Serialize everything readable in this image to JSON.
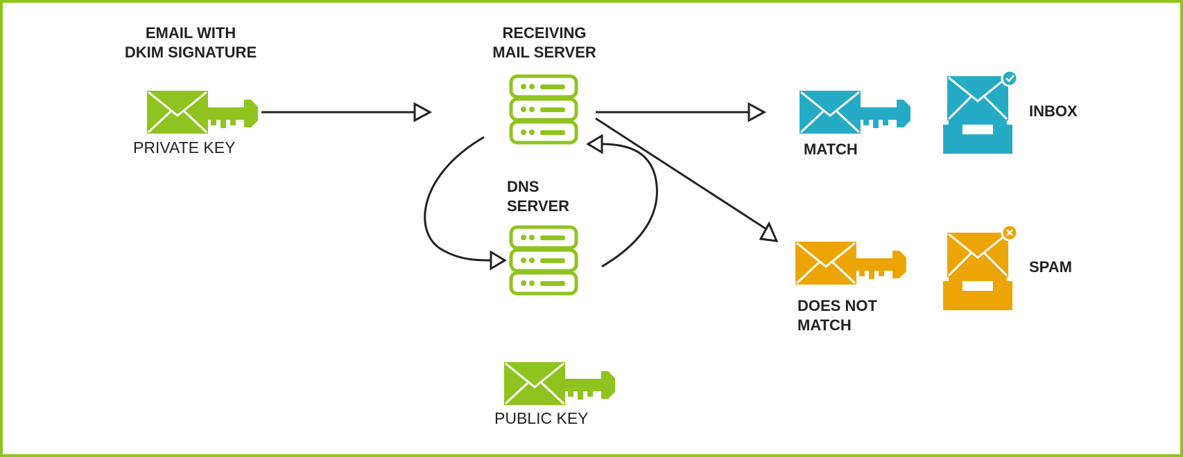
{
  "colors": {
    "border": "#8fc31f",
    "green": "#8fc31f",
    "blue": "#26abc6",
    "orange": "#eca504",
    "ink": "#222222"
  },
  "labels": {
    "email_line1": "EMAIL WITH",
    "email_line2": "DKIM SIGNATURE",
    "private_key": "PRIVATE KEY",
    "receiving_line1": "RECEIVING",
    "receiving_line2": "MAIL SERVER",
    "dns_line1": "DNS",
    "dns_line2": "SERVER",
    "public_key": "PUBLIC KEY",
    "match": "MATCH",
    "does_not_line1": "DOES NOT",
    "does_not_line2": "MATCH",
    "inbox": "INBOX",
    "spam": "SPAM"
  },
  "icons": {
    "signed_email": "envelope-key-icon",
    "server": "server-rack-icon",
    "inbox_tray": "inbox-tray-icon",
    "check_badge": "check-icon",
    "x_badge": "x-icon"
  }
}
